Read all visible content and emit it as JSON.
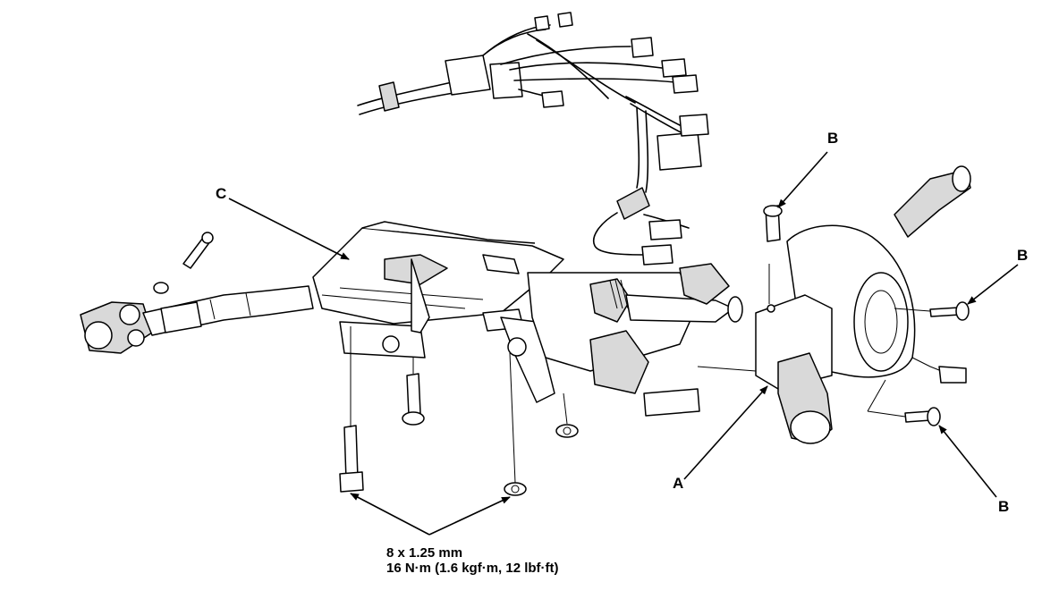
{
  "callouts": {
    "a": "A",
    "b": "B",
    "c": "C"
  },
  "torque_spec": {
    "size": "8 x 1.25 mm",
    "torque": "16 N·m (1.6 kgf·m, 12 lbf·ft)"
  },
  "colors": {
    "line": "#000000",
    "background": "#ffffff",
    "shade": "#d9d9d9"
  }
}
